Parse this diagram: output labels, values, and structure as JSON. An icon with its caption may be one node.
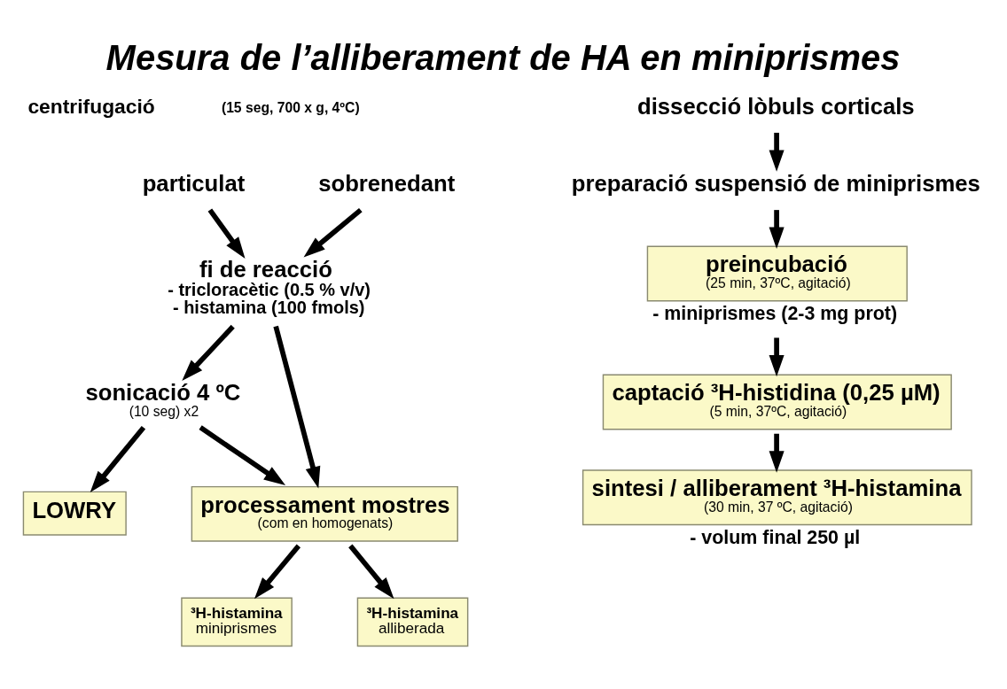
{
  "diagram": {
    "title": "Mesura de l’alliberament de HA en miniprismes",
    "nodes": [
      {
        "text": [
          "dissecció lòbuls corticals"
        ]
      },
      {
        "text": [
          "preparació suspensió de miniprismes"
        ]
      },
      {
        "text": [
          "preincubació",
          "(25 min, 37ºC, agitació)"
        ],
        "beside": [
          "- miniprismes (2-3 mg prot)"
        ]
      },
      {
        "text": [
          "captació ³H-histidina (0,25 µM)",
          "(5 min, 37ºC, agitació)"
        ]
      },
      {
        "text": [
          "sintesi / alliberament ³H-histamina",
          "(30 min, 37 ºC, agitació)"
        ],
        "beside": [
          "- volum final 250 µl"
        ]
      },
      {
        "text": [
          "particulat"
        ]
      },
      {
        "text": [
          "sobrenedant"
        ]
      },
      {
        "text": [
          "fi de reacció",
          "- tricloracètic (0.5 % v/v)",
          "- histamina (100 fmols)"
        ]
      },
      {
        "text": [
          "sonicació 4 ºC",
          "(10 seg) x2"
        ]
      },
      {
        "text": [
          "LOWRY"
        ]
      },
      {
        "text": [
          "processament mostres",
          "(com en homogenats)"
        ]
      },
      {
        "text": [
          "³H-histamina",
          "miniprismes"
        ]
      },
      {
        "text": [
          "³H-histamina",
          "alliberada"
        ]
      }
    ],
    "edges": [
      {
        "from": 0,
        "to": 1,
        "arrow": "to"
      },
      {
        "from": 1,
        "to": 2,
        "arrow": "to"
      },
      {
        "from": 2,
        "to": 3,
        "arrow": "to"
      },
      {
        "from": 3,
        "to": 4,
        "arrow": "to"
      },
      {
        "from": 5,
        "to": 7,
        "arrow": "to"
      },
      {
        "from": 6,
        "to": 7,
        "arrow": "to"
      },
      {
        "from": 7,
        "to": 8,
        "arrow": "to"
      },
      {
        "from": 7,
        "to": 10,
        "arrow": "to"
      },
      {
        "from": 8,
        "to": 9,
        "arrow": "to"
      },
      {
        "from": 8,
        "to": 10,
        "arrow": "to"
      },
      {
        "from": 10,
        "to": 11,
        "arrow": "to"
      },
      {
        "from": 10,
        "to": 12,
        "arrow": "to"
      }
    ],
    "labels": [
      "centrifugació",
      "(15 seg, 700 x g, 4ºC)"
    ]
  }
}
